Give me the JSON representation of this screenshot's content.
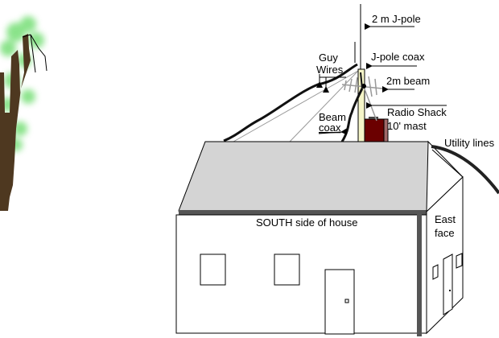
{
  "labels": {
    "jpole": "2 m J-pole",
    "jpole_coax": "J-pole coax",
    "guy_1": "Guy",
    "guy_2": "Wires",
    "beam": "2m beam",
    "mast_1": "Radio Shack",
    "mast_2": "10' mast",
    "beam_coax_1": "Beam",
    "beam_coax_2": "coax",
    "utility": "Utility lines",
    "south": "SOUTH side of house",
    "east_1": "East",
    "east_2": "face"
  },
  "colors": {
    "roof": "#d4d4d4",
    "gutter": "#555555",
    "trunk": "#4e3820",
    "foliage": "#3ccc3c",
    "chimney": "#6b0000",
    "chimney_side": "#a06868",
    "mast": "#f5f5c8"
  }
}
